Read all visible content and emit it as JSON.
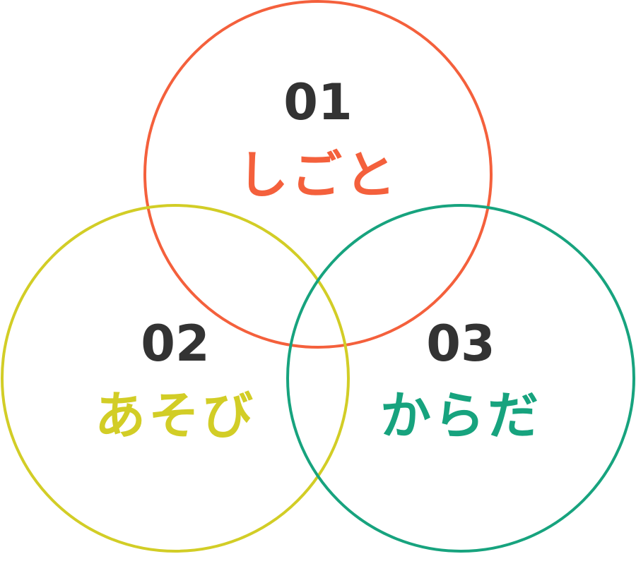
{
  "circles": [
    {
      "number": "01",
      "label": "しごと",
      "color": "#f4603c"
    },
    {
      "number": "02",
      "label": "あそび",
      "color": "#d2cd26"
    },
    {
      "number": "03",
      "label": "からだ",
      "color": "#17a37e"
    }
  ],
  "number_color": "#333333"
}
